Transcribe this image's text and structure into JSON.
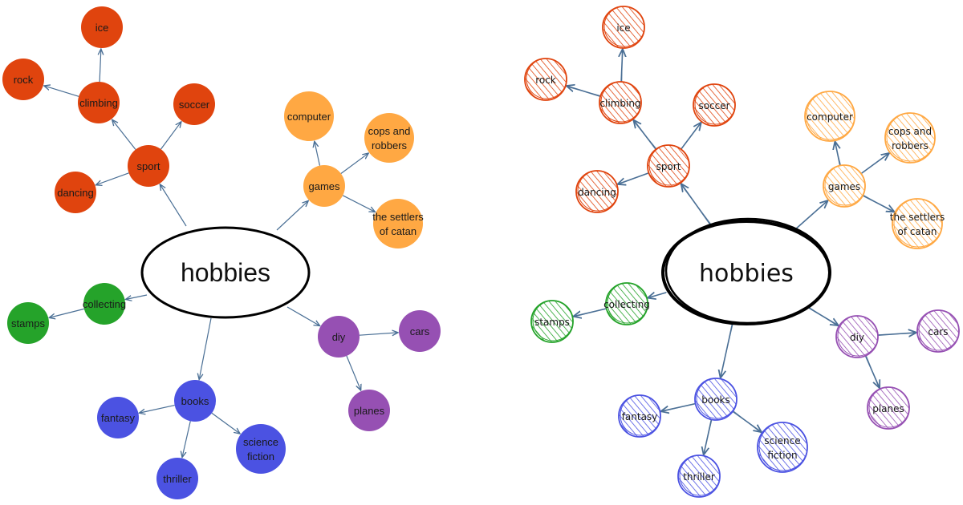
{
  "colors": {
    "sport": "#e0440e",
    "games": "#ffa843",
    "collecting": "#25a32a",
    "books": "#4b52e2",
    "diy": "#9650b3",
    "edge": "#4a6f95",
    "center_stroke": "#000000"
  },
  "mindmap_left": {
    "center": "hobbies",
    "nodes": {
      "sport": "sport",
      "climbing": "climbing",
      "ice": "ice",
      "rock": "rock",
      "soccer": "soccer",
      "dancing": "dancing",
      "games": "games",
      "computer": "computer",
      "cops": [
        "cops and",
        "robbers"
      ],
      "settlers": [
        "the settlers",
        "of catan"
      ],
      "collecting": "collecting",
      "stamps": "stamps",
      "books": "books",
      "fantasy": "fantasy",
      "thriller": "thriller",
      "scifi": [
        "science",
        "fiction"
      ],
      "diy": "diy",
      "cars": "cars",
      "planes": "planes"
    }
  },
  "mindmap_right": {
    "center": "hobbies",
    "nodes": {
      "sport": "sport",
      "climbing": "climbing",
      "ice": "ice",
      "rock": "rock",
      "soccer": "soccer",
      "dancing": "dancing",
      "games": "games",
      "computer": "computer",
      "cops": [
        "cops and",
        "robbers"
      ],
      "settlers": [
        "the settlers",
        "of catan"
      ],
      "collecting": "collecting",
      "stamps": "stamps",
      "books": "books",
      "fantasy": "fantasy",
      "thriller": "thriller",
      "scifi": [
        "science",
        "fiction"
      ],
      "diy": "diy",
      "cars": "cars",
      "planes": "planes"
    }
  }
}
